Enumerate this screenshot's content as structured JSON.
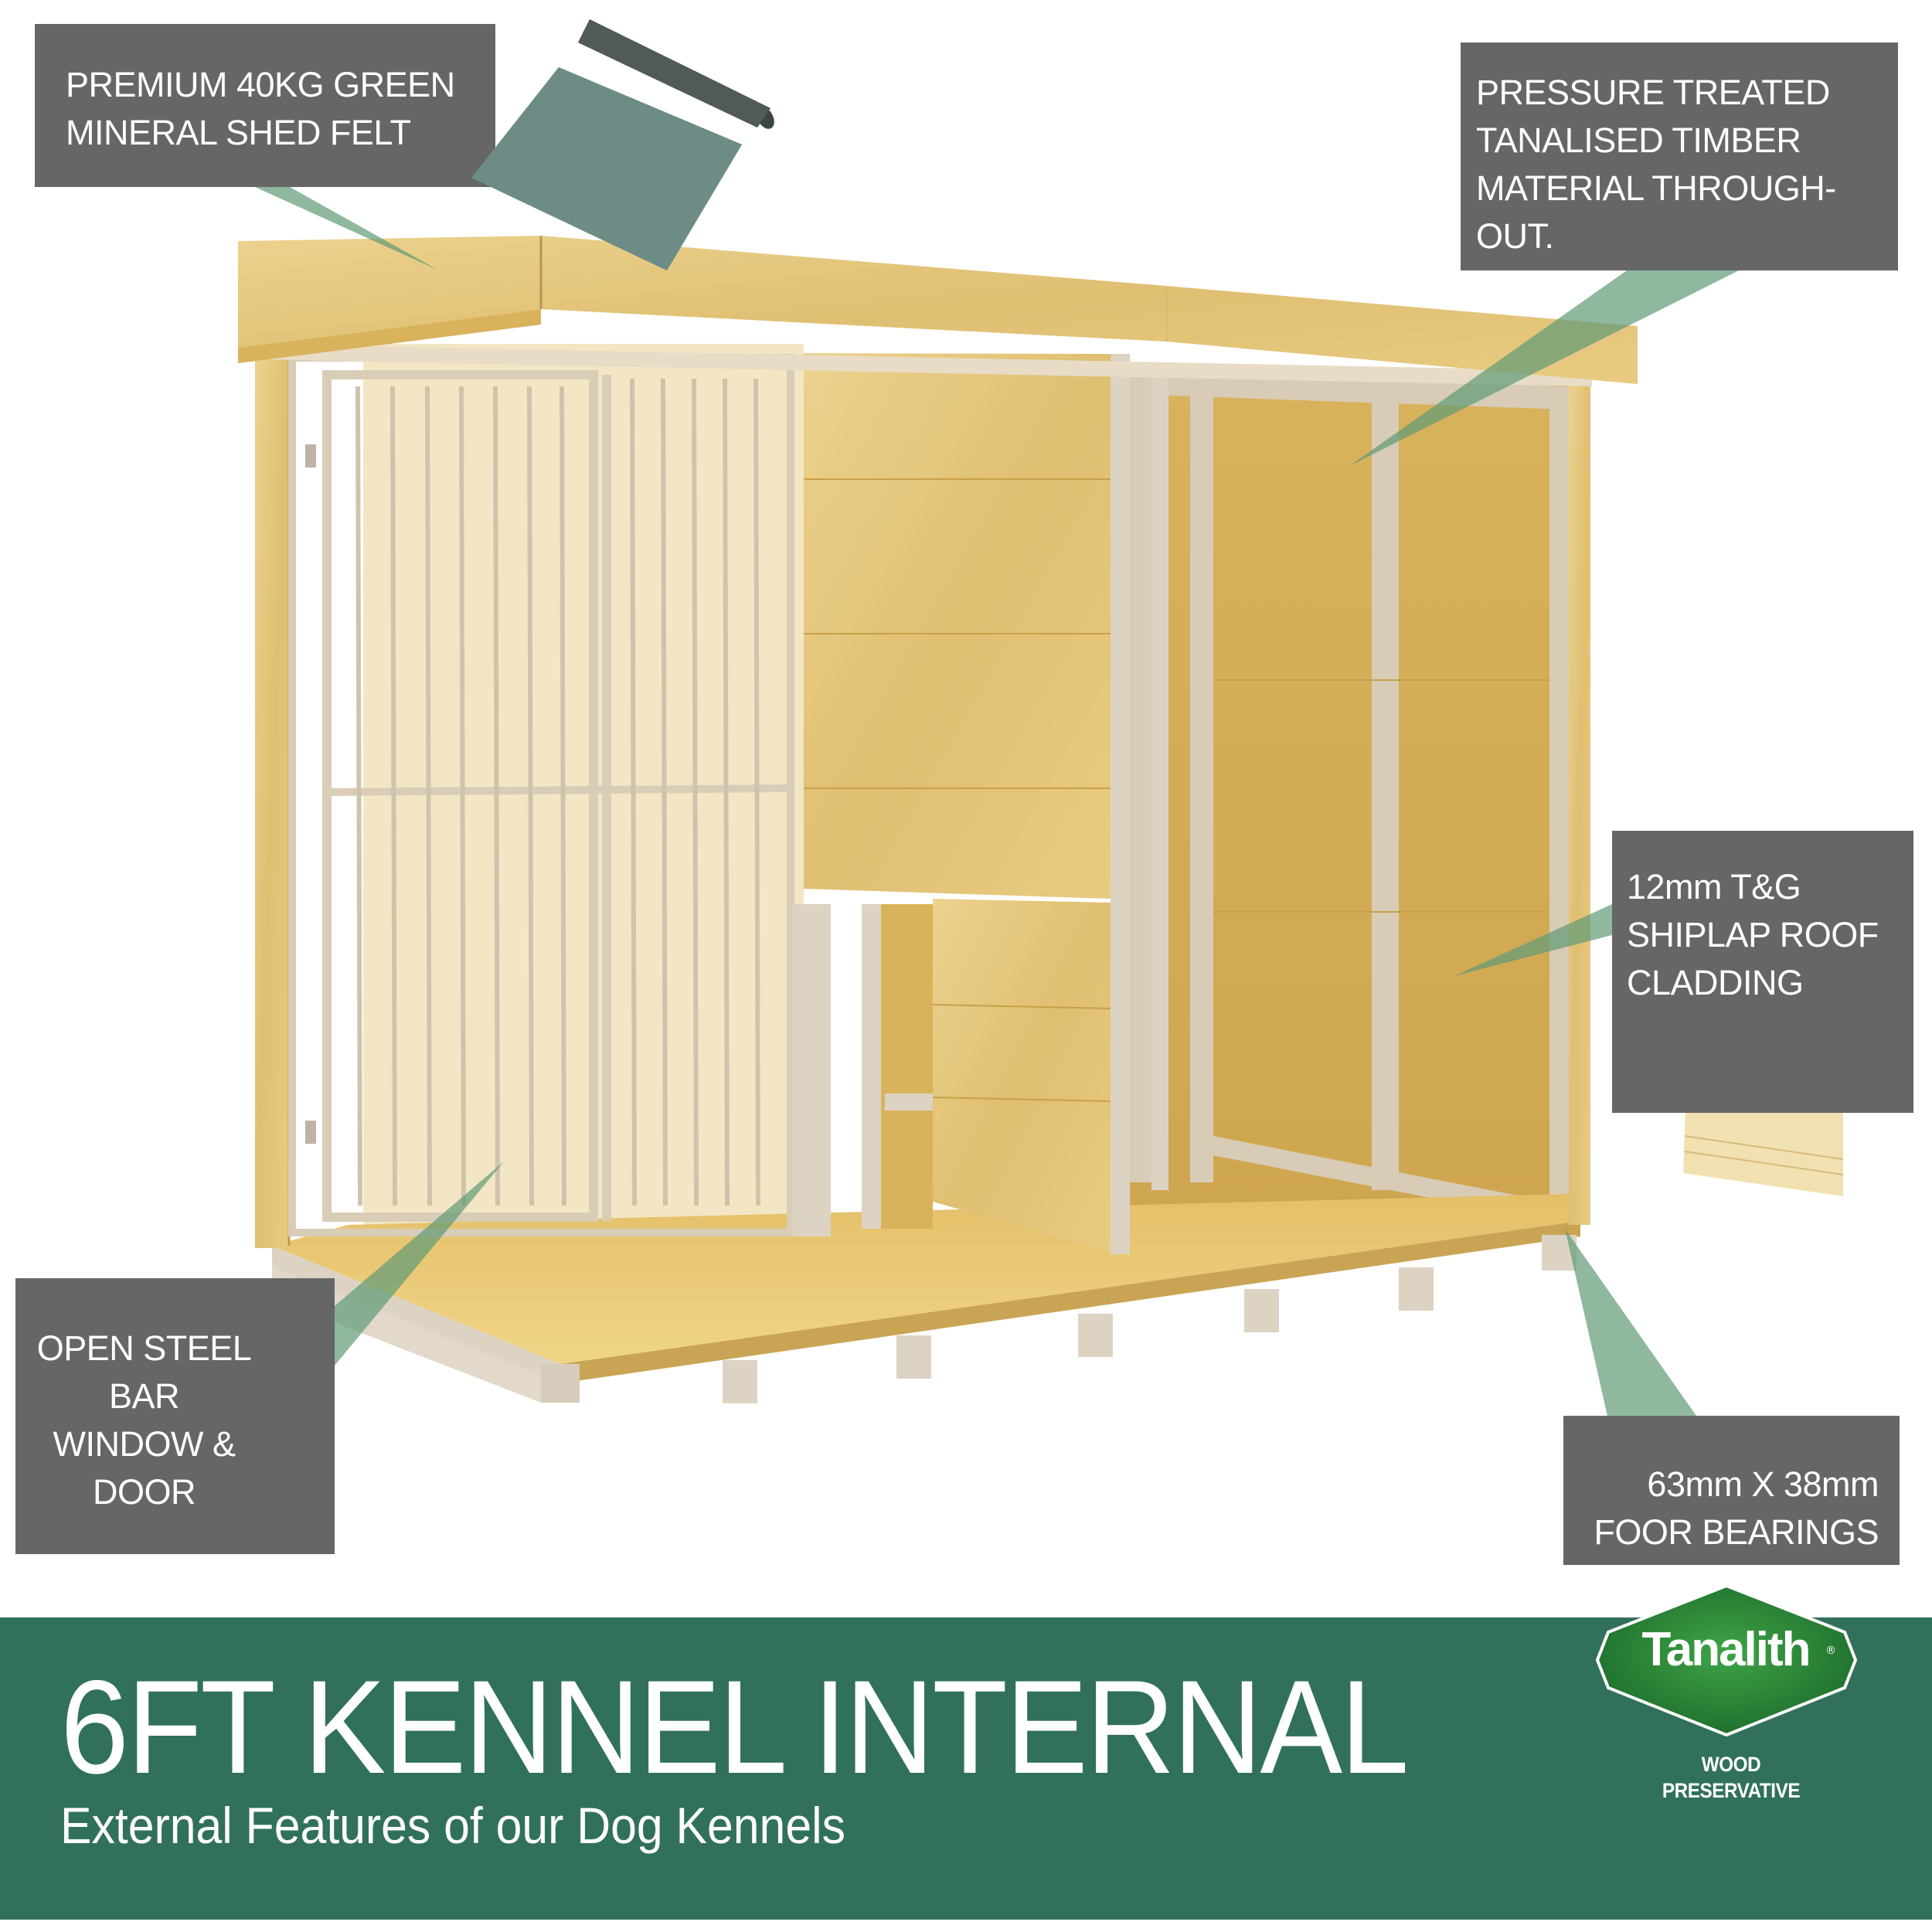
{
  "colors": {
    "callout_bg": "#666666",
    "callout_text": "#ffffff",
    "connector": "#8db49a",
    "banner_bg": "#31715a",
    "logo_green": "#2f8a3c",
    "timber": "#e2c37a",
    "frame": "#d9cdb8",
    "felt": "#6e8c86"
  },
  "callouts": {
    "felt": {
      "lines": [
        "PREMIUM 40KG GREEN",
        "MINERAL SHED FELT"
      ],
      "icon": "felt-roll-icon"
    },
    "timber": {
      "lines": [
        "PRESSURE TREATED",
        "TANALISED TIMBER",
        "MATERIAL THROUGH-",
        "OUT."
      ]
    },
    "cladding": {
      "lines": [
        "12mm T&G",
        "SHIPLAP ROOF",
        "CLADDING"
      ],
      "icon": "shiplap-board-icon"
    },
    "steel": {
      "lines": [
        "OPEN STEEL",
        "BAR",
        "WINDOW &",
        "DOOR"
      ]
    },
    "bearings": {
      "lines": [
        "63mm X 38mm",
        "FOOR BEARINGS"
      ]
    }
  },
  "banner": {
    "title": "6FT KENNEL INTERNAL",
    "subtitle": "External Features of our Dog Kennels"
  },
  "logo": {
    "name": "Tanalith",
    "registered": "®",
    "tagline": "WOOD PRESERVATIVE"
  },
  "illustration": {
    "subject": "dog-kennel-cutaway",
    "gate_bars_door": 8,
    "gate_bars_fixed": 6,
    "floor_bearings": 7
  }
}
